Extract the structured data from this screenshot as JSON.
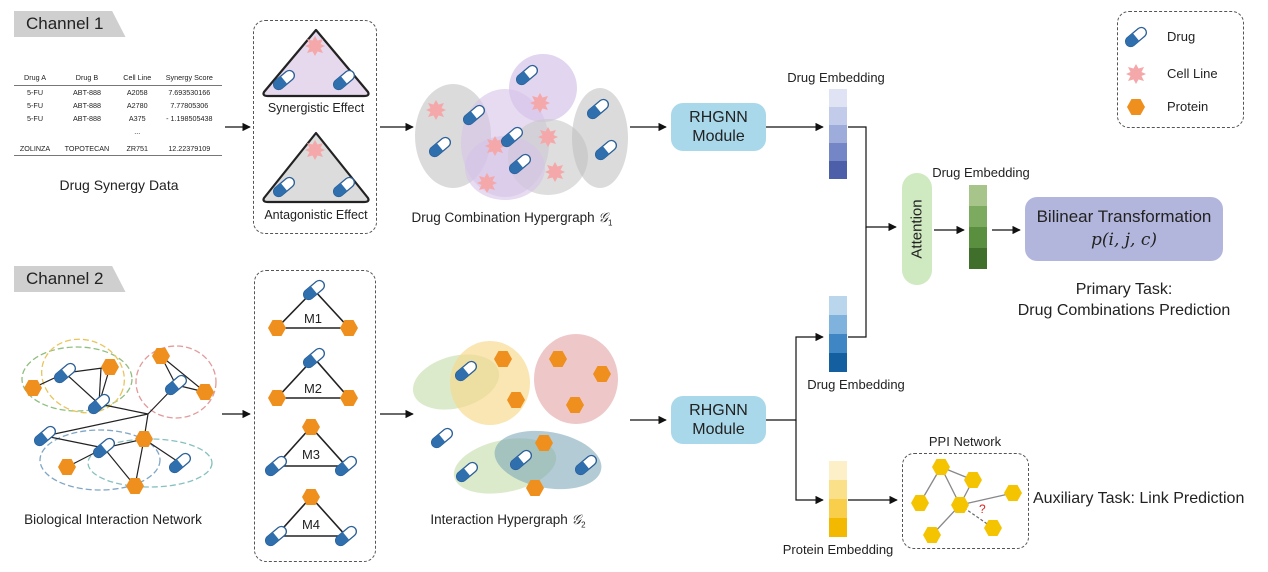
{
  "channel1": {
    "label": "Channel 1"
  },
  "channel2": {
    "label": "Channel 2"
  },
  "synergy_table": {
    "headers": [
      "Drug A",
      "Drug B",
      "Cell Line",
      "Synergy Score"
    ],
    "rows": [
      [
        "5-FU",
        "ABT-888",
        "A2058",
        "7.693530166"
      ],
      [
        "5-FU",
        "ABT-888",
        "A2780",
        "7.77805306"
      ],
      [
        "5-FU",
        "ABT-888",
        "A375",
        "- 1.198505438"
      ],
      [
        "ZOLINZA",
        "TOPOTECAN",
        "ZR751",
        "12.22379109"
      ]
    ],
    "ellipsis": "...",
    "caption": "Drug Synergy Data"
  },
  "effects": {
    "synergistic": "Synergistic Effect",
    "antagonistic": "Antagonistic Effect"
  },
  "hypergraph1": {
    "caption": "Drug Combination Hypergraph",
    "symbol": "𝒢",
    "subscript": "1"
  },
  "hypergraph2": {
    "caption": "Interaction Hypergraph",
    "symbol": "𝒢",
    "subscript": "2"
  },
  "bio_network": {
    "caption": "Biological Interaction Network"
  },
  "motifs": [
    "M1",
    "M2",
    "M3",
    "M4"
  ],
  "module1": {
    "line1": "RHGNN",
    "line2": "Module"
  },
  "module2": {
    "line1": "RHGNN",
    "line2": "Module"
  },
  "embeddings": {
    "drug_top": "Drug Embedding",
    "drug_mid": "Drug Embedding",
    "drug_fused": "Drug Embedding",
    "protein": "Protein Embedding"
  },
  "attention": {
    "label": "Attention"
  },
  "bilinear": {
    "title": "Bilinear Transformation",
    "formula": "p(i, j, c)"
  },
  "primary_task": {
    "line1": "Primary Task:",
    "line2": "Drug Combinations Prediction"
  },
  "ppi": {
    "title": "PPI Network",
    "question": "?"
  },
  "auxiliary_task": {
    "label": "Auxiliary Task: Link Prediction"
  },
  "legend": {
    "drug": "Drug",
    "cell_line": "Cell Line",
    "protein": "Protein"
  },
  "colors": {
    "drug_blue": "#2f6fae",
    "protein_orange": "#ee8f1e",
    "cell_pink": "#f2a3a8",
    "module_blue": "#a8d8ea",
    "attention_green": "#cfe9c1",
    "bilinear_purple": "#b3b6dc",
    "ppi_yellow": "#f2c200"
  }
}
